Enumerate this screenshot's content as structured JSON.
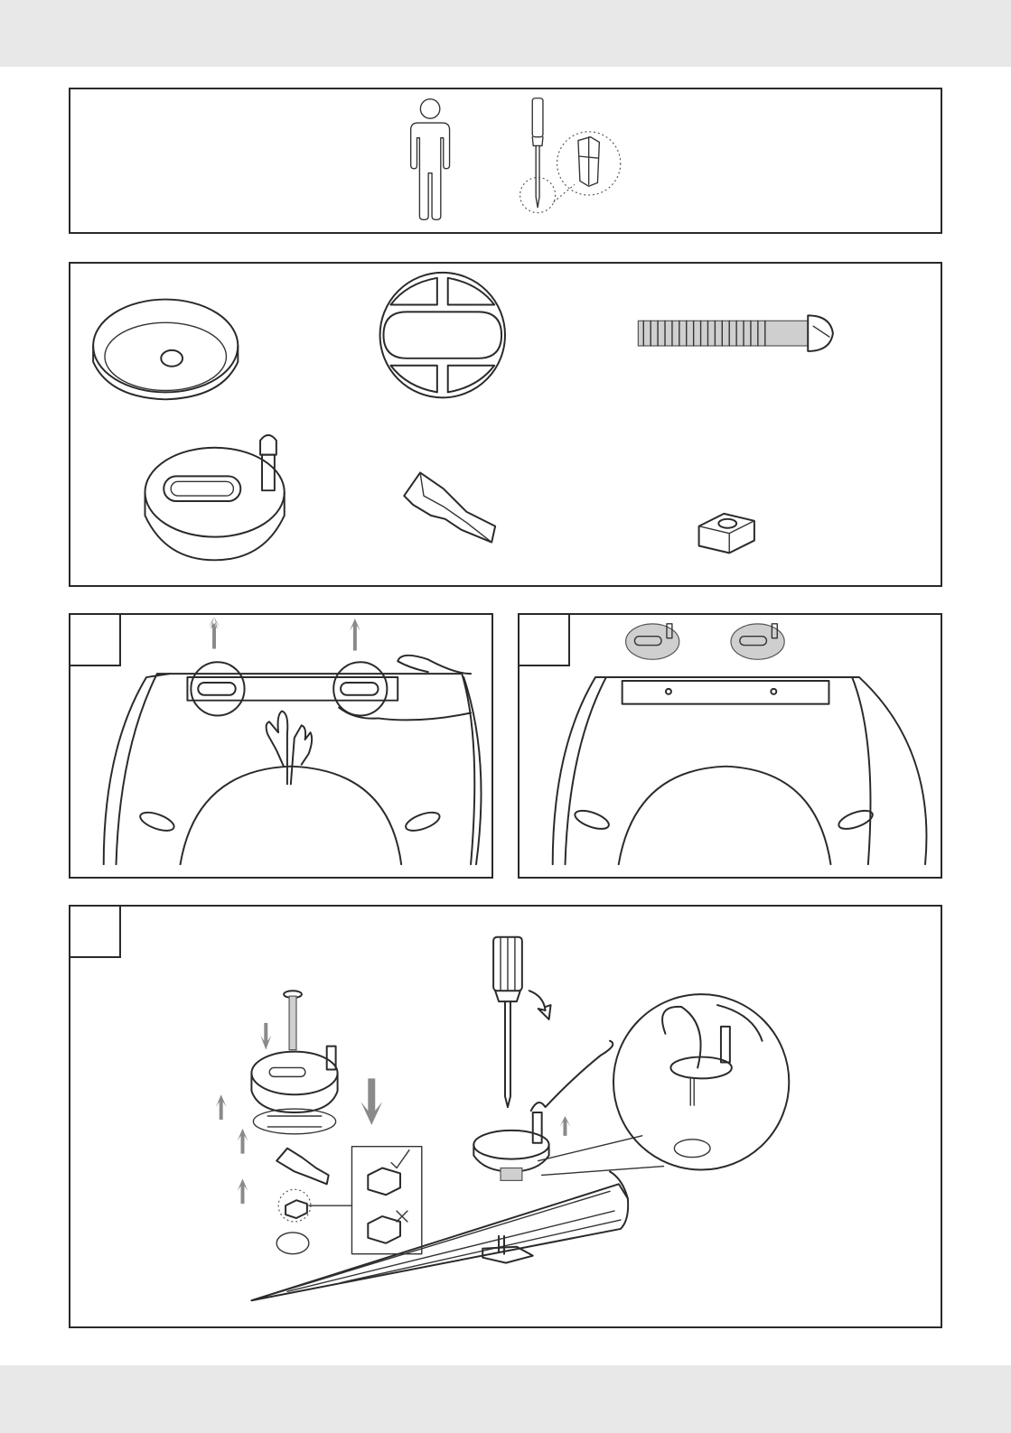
{
  "colors": {
    "line": "#2a2a2a",
    "page": "#ffffff",
    "margin": "#e8e8e8",
    "arrow": "#8a8a8a",
    "shade": "#cfcfcf"
  },
  "icons": [
    "person-icon",
    "screwdriver-icon",
    "phillips-bit-detail-icon",
    "round-washer-part",
    "spacer-clip-part",
    "bolt-part",
    "hinge-base-part",
    "clamp-part",
    "square-nut-part",
    "check-mark-icon",
    "cross-mark-icon"
  ],
  "steps": [
    {
      "panel": "step-panel-a",
      "number": ""
    },
    {
      "panel": "step-panel-b",
      "number": ""
    },
    {
      "panel": "step-panel-c",
      "number": ""
    }
  ]
}
